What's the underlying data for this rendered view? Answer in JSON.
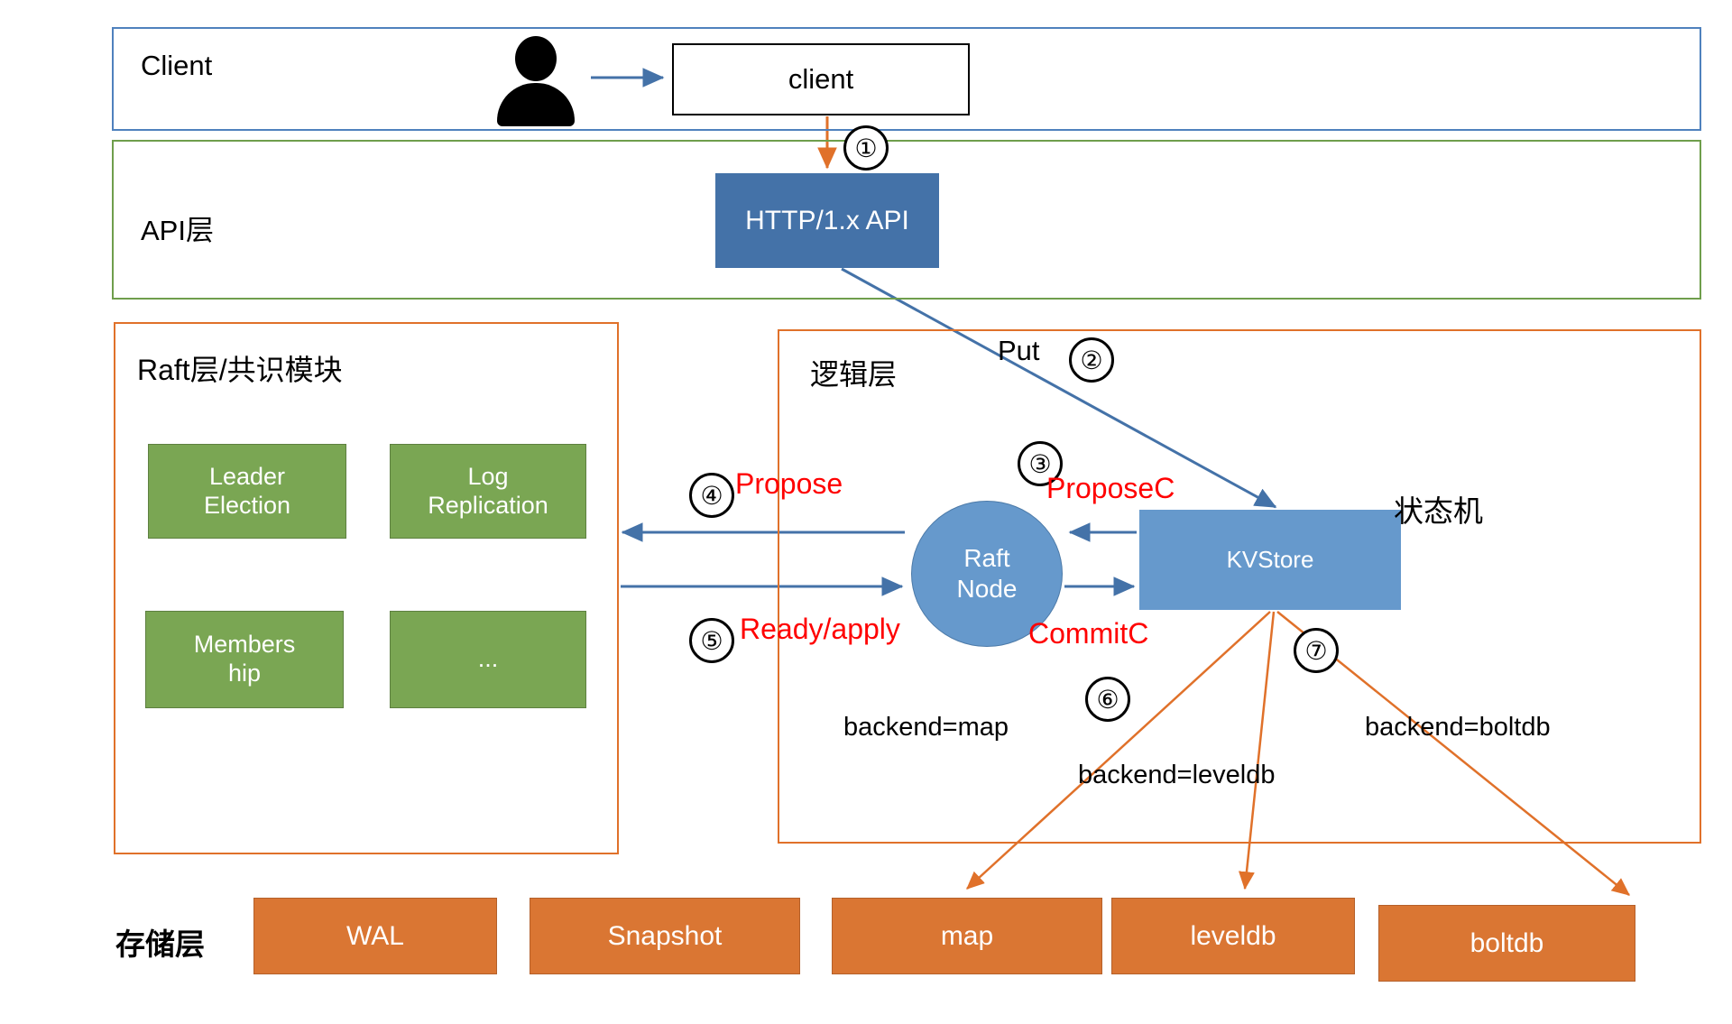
{
  "diagram": {
    "title": "Raft-based KV store architecture",
    "layers": [
      {
        "id": "client",
        "label": "Client",
        "border_color": "#4f81bd"
      },
      {
        "id": "api",
        "label": "API层",
        "border_color": "#6f9e4c"
      },
      {
        "id": "raft",
        "label": "Raft层/共识模块",
        "border_color": "#e0712a"
      },
      {
        "id": "logic",
        "label": "逻辑层",
        "border_color": "#e0712a"
      },
      {
        "id": "storage",
        "label": "存储层",
        "border_color": "#e0712a"
      }
    ],
    "nodes": {
      "client_box": "client",
      "http_api": "HTTP/1.x API",
      "raft_node": "Raft\nNode",
      "raft_node_line1": "Raft",
      "raft_node_line2": "Node",
      "kvstore": "KVStore",
      "state_machine_label": "状态机",
      "raft_modules": [
        {
          "label": "Leader Election",
          "line1": "Leader",
          "line2": "Election"
        },
        {
          "label": "Log Replication",
          "line1": "Log",
          "line2": "Replication"
        },
        {
          "label": "Membership",
          "line1": "Members",
          "line2": "hip"
        },
        {
          "label": "...",
          "line1": "...",
          "line2": ""
        }
      ],
      "storage_boxes": [
        {
          "label": "WAL"
        },
        {
          "label": "Snapshot"
        },
        {
          "label": "map"
        },
        {
          "label": "leveldb"
        },
        {
          "label": "boltdb"
        }
      ]
    },
    "steps": [
      {
        "num": "①",
        "from": "client",
        "to": "HTTP/1.x API",
        "label": ""
      },
      {
        "num": "②",
        "from": "HTTP/1.x API",
        "to": "KVStore",
        "label": "Put"
      },
      {
        "num": "③",
        "from": "KVStore",
        "to": "Raft Node",
        "label": "ProposeC"
      },
      {
        "num": "④",
        "from": "Raft Node",
        "to": "Raft层/共识模块",
        "label": "Propose"
      },
      {
        "num": "⑤",
        "from": "Raft层/共识模块",
        "to": "Raft Node",
        "label": "Ready/apply"
      },
      {
        "num": "⑥",
        "from": "Raft Node",
        "to": "KVStore",
        "label": "CommitC"
      },
      {
        "num": "⑦",
        "from": "KVStore",
        "to": "storage backends",
        "label": ""
      }
    ],
    "annotations": {
      "put": "Put",
      "propose": "Propose",
      "proposec": "ProposeC",
      "ready_apply": "Ready/apply",
      "commitc": "CommitC",
      "state_machine": "状态机",
      "backend_map": "backend=map",
      "backend_leveldb": "backend=leveldb",
      "backend_boltdb": "backend=boltdb"
    },
    "colors": {
      "client_border": "#4f81bd",
      "api_border": "#6f9e4c",
      "orange_border": "#e0712a",
      "http_fill": "#4472a8",
      "kv_fill": "#6699cc",
      "green_fill": "#7aa653",
      "orange_fill": "#da7633",
      "arrow_blue": "#4472a8",
      "arrow_orange": "#e0712a",
      "label_red": "#ff0000"
    }
  }
}
